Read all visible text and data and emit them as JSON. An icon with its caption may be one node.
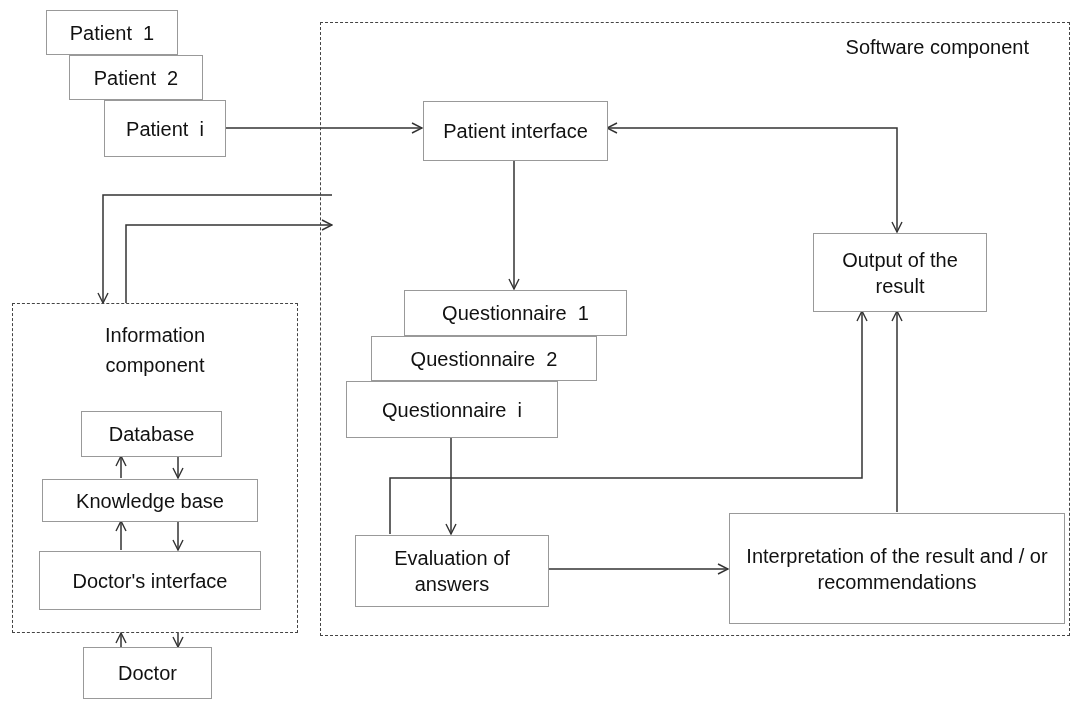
{
  "diagram": {
    "nodes": [
      {
        "text": [
          "Patient  1"
        ]
      },
      {
        "text": [
          "Patient  2"
        ]
      },
      {
        "text": [
          "Patient  i"
        ]
      },
      {
        "text": [
          "Software component"
        ]
      },
      {
        "text": [
          "Patient interface"
        ],
        "in": 3
      },
      {
        "text": [
          "Output of the result"
        ],
        "in": 3
      },
      {
        "text": [
          "Questionnaire  1"
        ],
        "in": 3
      },
      {
        "text": [
          "Questionnaire  2"
        ],
        "in": 3
      },
      {
        "text": [
          "Questionnaire  i"
        ],
        "in": 3
      },
      {
        "text": [
          "Evaluation of answers"
        ],
        "in": 3
      },
      {
        "text": [
          "Interpretation of the result and / or recommendations"
        ],
        "in": 3
      },
      {
        "text": [
          "Information component"
        ]
      },
      {
        "text": [
          "Database"
        ],
        "in": 11
      },
      {
        "text": [
          "Knowledge base"
        ],
        "in": 11
      },
      {
        "text": [
          "Doctor's interface"
        ],
        "in": 11
      },
      {
        "text": [
          "Doctor"
        ]
      }
    ],
    "edges": [
      {
        "from": 2,
        "to": 4,
        "arrow": "to"
      },
      {
        "from": 4,
        "to": 5,
        "arrow": "both"
      },
      {
        "from": 4,
        "to": 6,
        "arrow": "to"
      },
      {
        "from": 8,
        "to": 9,
        "arrow": "to"
      },
      {
        "from": 9,
        "to": 5,
        "arrow": "to"
      },
      {
        "from": 9,
        "to": 10,
        "arrow": "to"
      },
      {
        "from": 10,
        "to": 5,
        "arrow": "to"
      },
      {
        "from": 3,
        "to": 11,
        "arrow": "to"
      },
      {
        "from": 11,
        "to": 3,
        "arrow": "to"
      },
      {
        "from": 12,
        "to": 13,
        "arrow": "to"
      },
      {
        "from": 13,
        "to": 12,
        "arrow": "to"
      },
      {
        "from": 13,
        "to": 14,
        "arrow": "to"
      },
      {
        "from": 14,
        "to": 13,
        "arrow": "to"
      },
      {
        "from": 15,
        "to": 11,
        "arrow": "to"
      },
      {
        "from": 11,
        "to": 15,
        "arrow": "to"
      }
    ]
  }
}
